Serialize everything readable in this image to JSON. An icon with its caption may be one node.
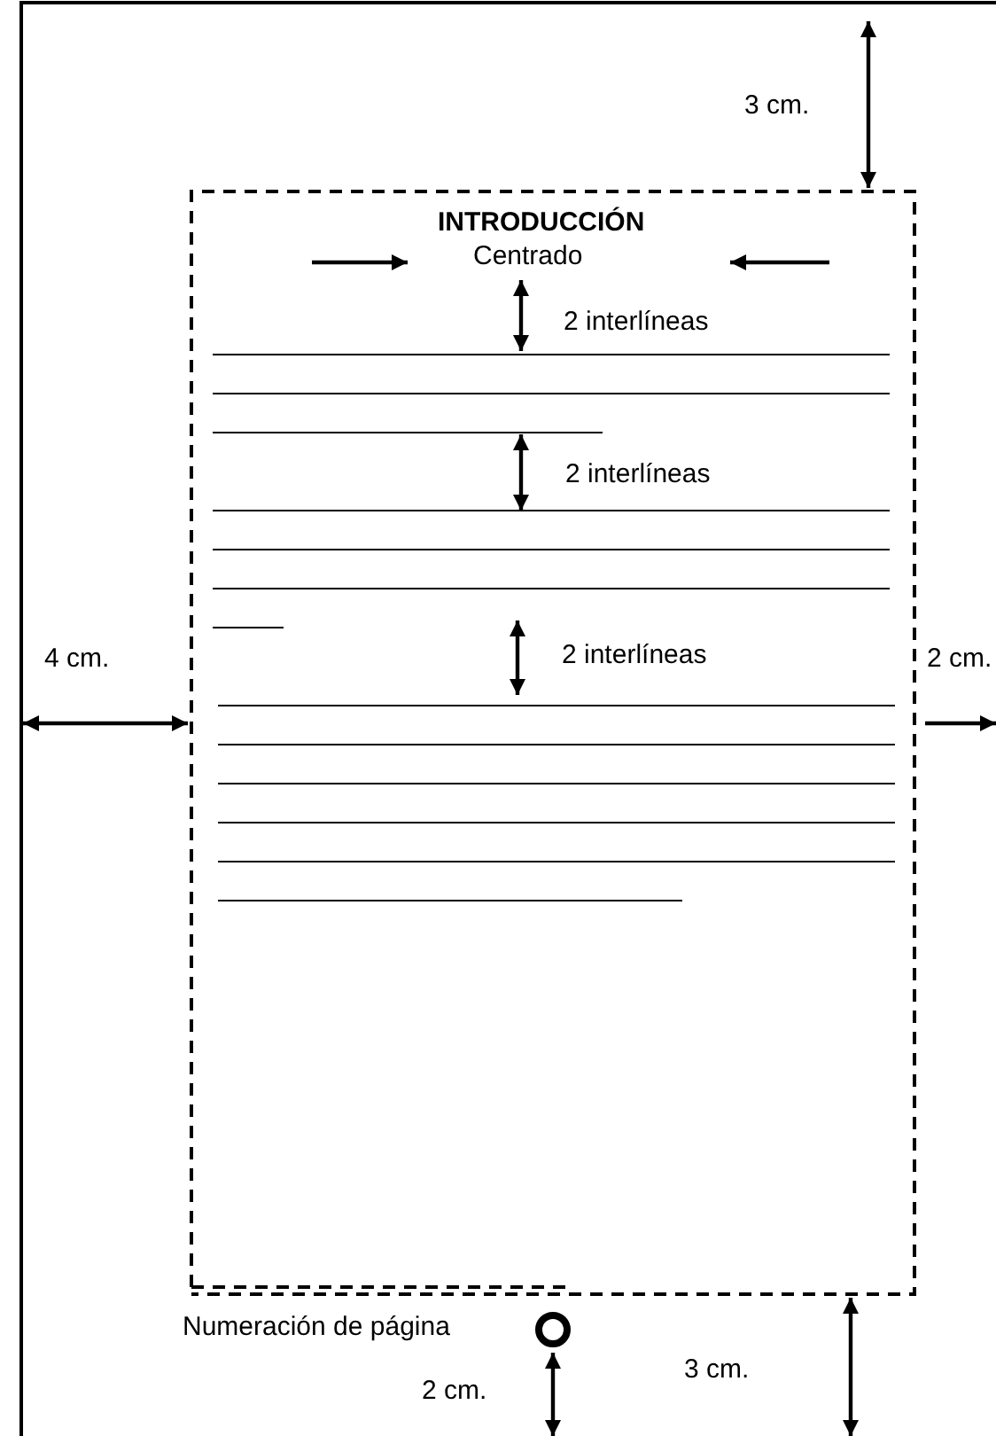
{
  "diagram": {
    "labels": [
      "3 cm.",
      "INTRODUCCIÓN",
      "Centrado",
      "2 interlíneas",
      "2 interlíneas",
      "2 interlíneas",
      "4 cm.",
      "2 cm.",
      "Numeración de página",
      "2 cm.",
      "3 cm."
    ]
  }
}
